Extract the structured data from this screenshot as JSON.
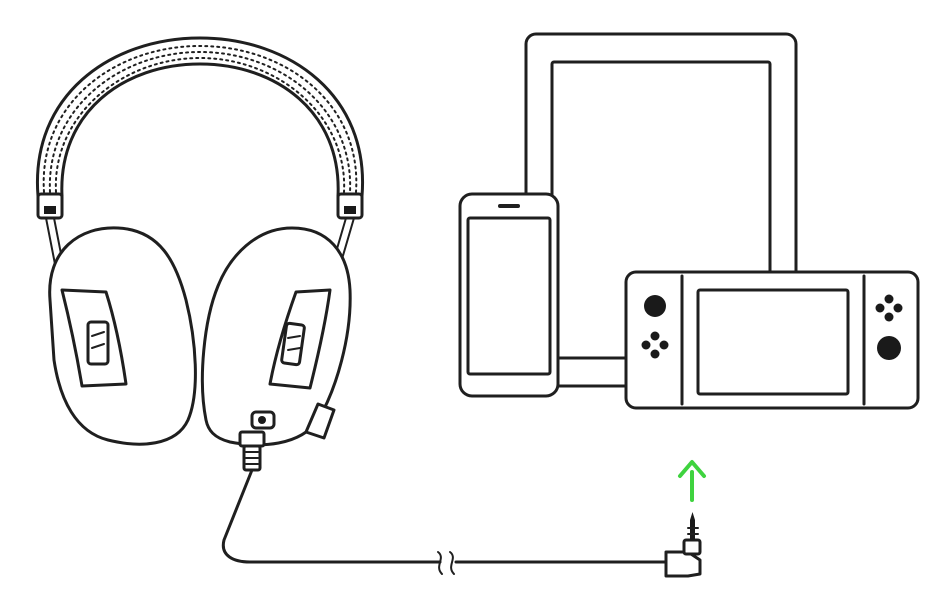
{
  "diagram": {
    "devices": [
      {
        "id": "headset",
        "icon": "headset-icon"
      },
      {
        "id": "smartphone",
        "icon": "smartphone-icon"
      },
      {
        "id": "tablet",
        "icon": "tablet-icon"
      },
      {
        "id": "handheld-console",
        "icon": "game-console-icon"
      }
    ],
    "connector": {
      "icon": "audio-jack-3-5mm-icon"
    },
    "direction_arrow": {
      "icon": "arrow-up-icon",
      "color": "#3fd33f"
    },
    "colors": {
      "line": "#1f1f1f",
      "background": "#ffffff"
    }
  }
}
